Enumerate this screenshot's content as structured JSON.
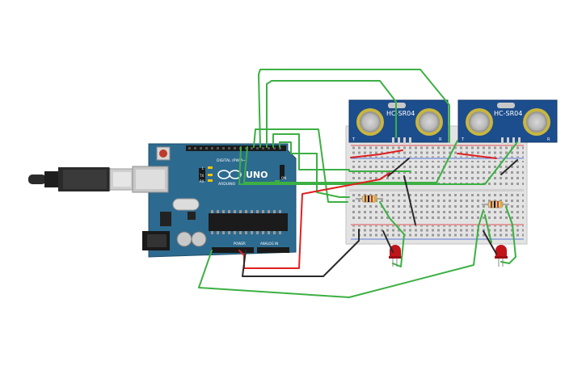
{
  "arduino": {
    "brand_text": "ARDUINO",
    "model_text": "UNO",
    "digital_header_label": "DIGITAL (PWM~)",
    "power_header_label": "POWER",
    "analog_header_label": "ANALOG IN",
    "on_label": "ON",
    "l_label": "L",
    "tx_label": "TX",
    "rx_label": "RX"
  },
  "sensors": [
    {
      "model_label": "HC-SR04",
      "left_mark": "T",
      "right_mark": "R"
    },
    {
      "model_label": "HC-SR04",
      "left_mark": "T",
      "right_mark": "R"
    }
  ],
  "colors": {
    "board": "#2d6a8f",
    "board_dark": "#1f4f6c",
    "sensor": "#1c4d8c",
    "breadboard": "#e3e3e3",
    "wire_green": "#3cb043",
    "wire_red": "#e02020",
    "wire_black": "#2a2a2a",
    "led_red": "#c0141a"
  }
}
